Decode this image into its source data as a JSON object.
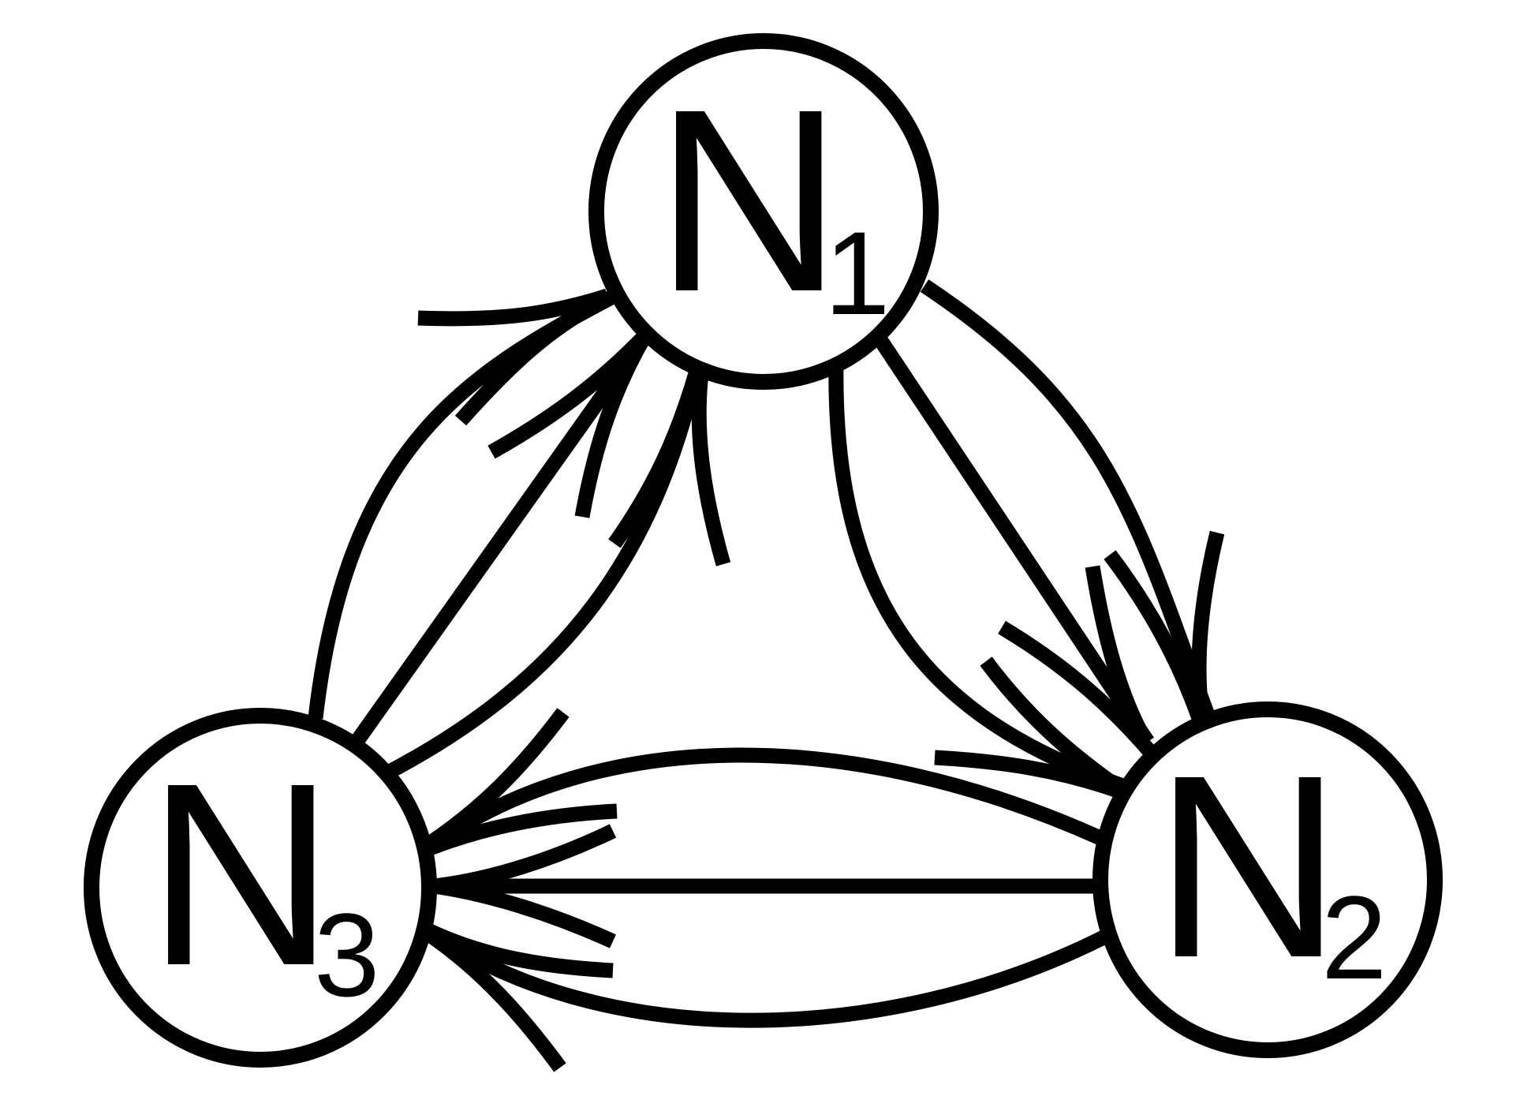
{
  "nodes": [
    {
      "id": "n1",
      "letter": "N",
      "subscript": "1"
    },
    {
      "id": "n2",
      "letter": "N",
      "subscript": "2"
    },
    {
      "id": "n3",
      "letter": "N",
      "subscript": "3"
    }
  ],
  "colors": {
    "stroke": "#000000",
    "background": "#ffffff"
  }
}
